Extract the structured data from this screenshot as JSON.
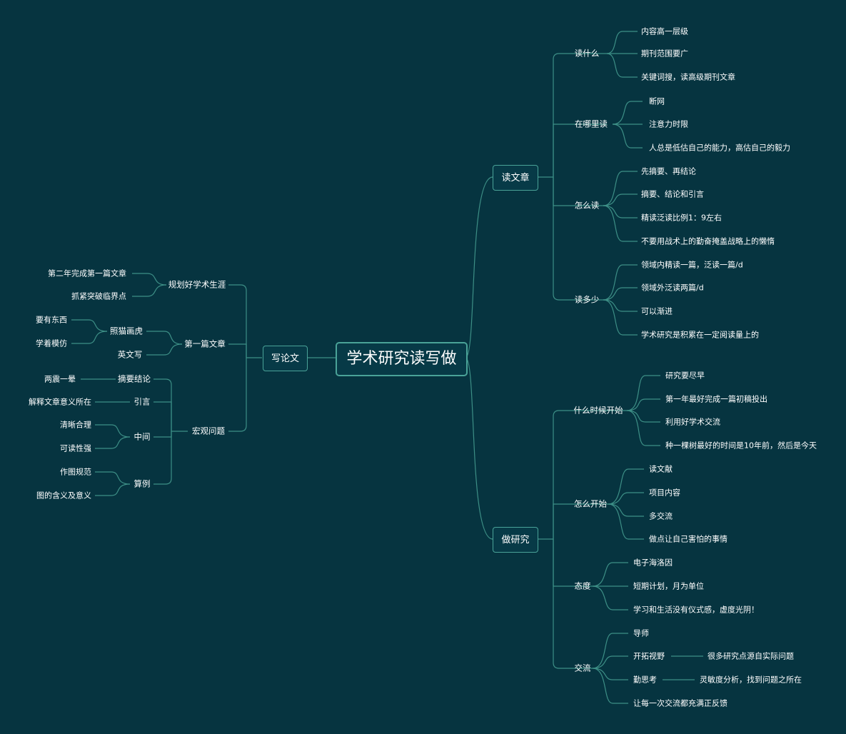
{
  "root": "学术研究读写做",
  "read": {
    "label": "读文章",
    "what": {
      "label": "读什么",
      "items": [
        "内容高一层级",
        "期刊范围要广",
        "关键词搜，读高级期刊文章"
      ]
    },
    "where": {
      "label": "在哪里读",
      "items": [
        "断网",
        "注意力时限",
        "人总是低估自己的能力，高估自己的毅力"
      ]
    },
    "how": {
      "label": "怎么读",
      "items": [
        "先摘要、再结论",
        "摘要、结论和引言",
        "精读泛读比例1：9左右",
        "不要用战术上的勤奋掩盖战略上的懒惰"
      ]
    },
    "amount": {
      "label": "读多少",
      "items": [
        "领域内精读一篇，泛读一篇/d",
        "领域外泛读两篇/d",
        "可以渐进",
        "学术研究是积累在一定阅读量上的"
      ]
    }
  },
  "research": {
    "label": "做研究",
    "when": {
      "label": "什么时候开始",
      "items": [
        "研究要尽早",
        "第一年最好完成一篇初稿投出",
        "利用好学术交流",
        "种一棵树最好的时间是10年前，然后是今天"
      ]
    },
    "start": {
      "label": "怎么开始",
      "items": [
        "读文献",
        "项目内容",
        "多交流",
        "做点让自己害怕的事情"
      ]
    },
    "attitude": {
      "label": "态度",
      "items": [
        "电子海洛因",
        "短期计划，月为单位",
        "学习和生活没有仪式感，虚度光阴！"
      ]
    },
    "comm": {
      "label": "交流",
      "items": [
        "导师",
        "开拓视野",
        "勤思考",
        "让每一次交流都充满正反馈"
      ],
      "vision_detail": "很多研究点源自实际问题",
      "think_detail": "灵敏度分析，找到问题之所在"
    }
  },
  "write": {
    "label": "写论文",
    "career": {
      "label": "规划好学术生涯",
      "items": [
        "第二年完成第一篇文章",
        "抓紧突破临界点"
      ]
    },
    "first": {
      "label": "第一篇文章",
      "panda": {
        "label": "照猫画虎",
        "items": [
          "要有东西",
          "学着模仿"
        ]
      },
      "english": "英文写"
    },
    "macro": {
      "label": "宏观问题",
      "abstract": {
        "label": "摘要结论",
        "item": "两震一晕"
      },
      "intro": {
        "label": "引言",
        "item": "解释文章意义所在"
      },
      "middle": {
        "label": "中间",
        "items": [
          "清晰合理",
          "可读性强"
        ]
      },
      "example": {
        "label": "算例",
        "items": [
          "作图规范",
          "图的含义及意义"
        ]
      }
    }
  }
}
